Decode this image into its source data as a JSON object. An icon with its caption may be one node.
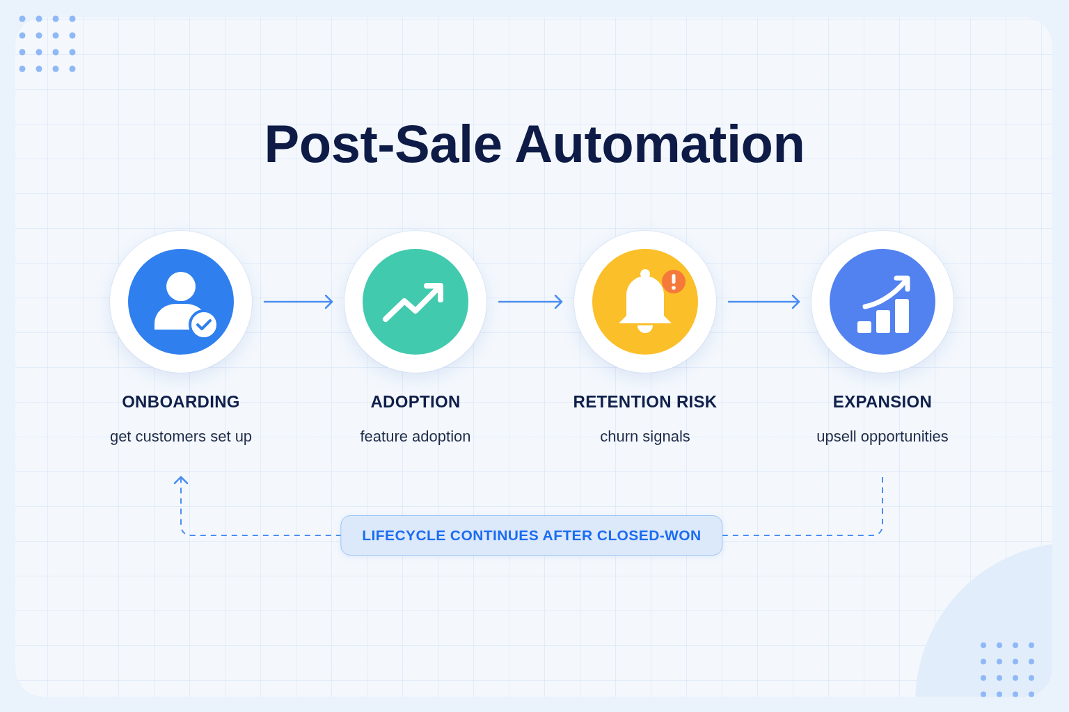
{
  "diagram": {
    "title": "Post-Sale Automation",
    "nodes": [
      {
        "text": [
          "ONBOARDING",
          "get customers set up"
        ]
      },
      {
        "text": [
          "ADOPTION",
          "feature adoption"
        ]
      },
      {
        "text": [
          "RETENTION RISK",
          "churn signals"
        ]
      },
      {
        "text": [
          "EXPANSION",
          "upsell opportunities"
        ]
      }
    ],
    "edges": [
      {
        "from": 0,
        "to": 1,
        "arrow": "to"
      },
      {
        "from": 1,
        "to": 2,
        "arrow": "to"
      },
      {
        "from": 2,
        "to": 3,
        "arrow": "to"
      },
      {
        "from": 3,
        "to": 0,
        "arrow": "to",
        "style": "dashed",
        "label": "LIFECYCLE CONTINUES AFTER CLOSED-WON"
      }
    ]
  }
}
